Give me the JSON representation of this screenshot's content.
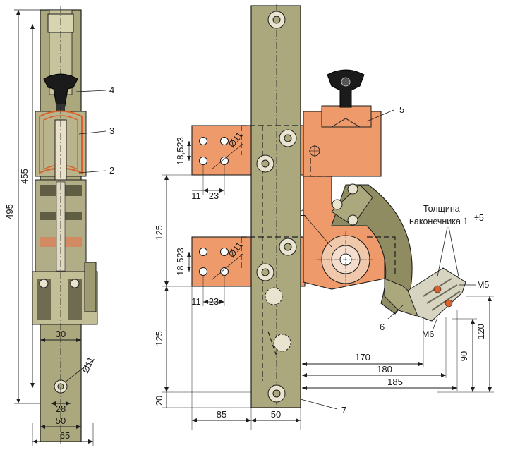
{
  "colors": {
    "bar_olive": "#aba87e",
    "bar_olive_dark": "#8f8c62",
    "copper": "#ef9a6a",
    "copper_dark": "#d97b45",
    "outline": "#1e1e1e",
    "background": "#ffffff"
  },
  "side_view": {
    "dims": {
      "overall_height": "495",
      "inner_height": "455",
      "width_30": "30",
      "width_28": "28",
      "width_50": "50",
      "width_65": "65",
      "hole_d11": "Ø11"
    },
    "callouts": [
      "4",
      "3",
      "2"
    ]
  },
  "front_view": {
    "dims": {
      "upper_pitch": "18,523",
      "lower_pitch": "18,523",
      "upper_11": "11",
      "upper_23": "23",
      "lower_11": "11",
      "lower_23": "23",
      "hole_upper": "Ø11",
      "hole_lower": "Ø11",
      "spacing_125_top": "125",
      "spacing_125_bottom": "125",
      "base_20": "20",
      "bottom_85": "85",
      "bottom_50": "50",
      "right_170": "170",
      "right_180": "180",
      "right_185": "185",
      "right_90": "90",
      "right_120": "120"
    },
    "callouts": [
      "5",
      "1",
      "6",
      "7"
    ],
    "annotations": {
      "tip_thickness_line1": "Толщина",
      "tip_thickness_line2": "наконечника 1",
      "tip_thickness_range": "÷5",
      "screw_top": "М5",
      "screw_bottom": "М6"
    }
  }
}
